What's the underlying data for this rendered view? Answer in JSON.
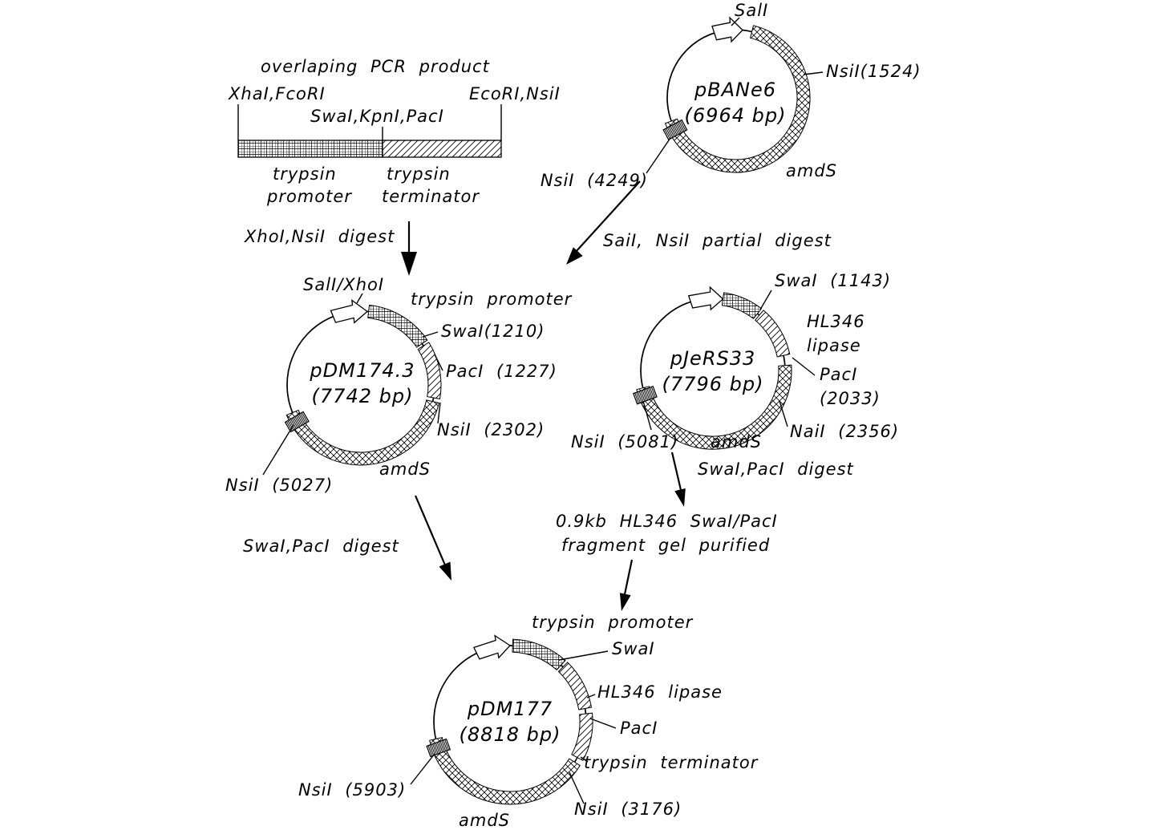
{
  "colors": {
    "ink": "#000000",
    "paper": "#ffffff"
  },
  "pcr": {
    "title": "overlaping PCR product",
    "sites_left": "XhaI,FcoRI",
    "sites_mid": "SwaI,KpnI,PacI",
    "sites_right": "EcoRI,NsiI",
    "promoter_l1": "trypsin",
    "promoter_l2": "promoter",
    "terminator_l1": "trypsin",
    "terminator_l2": "terminator"
  },
  "steps": {
    "digest_pcr": "XhoI,NsiI digest",
    "partial_digest": "SaiI, NsiI partial digest",
    "digest_pdm174": "SwaI,PacI digest",
    "digest_pjers33": "SwaI,PacI digest",
    "fragment_l1": "0.9kb HL346 SwaI/PacI",
    "fragment_l2": "fragment gel purified"
  },
  "pbane6": {
    "name": "pBANe6",
    "size": "(6964 bp)",
    "site_sali": "SalI",
    "site_nsii_1524": "NsiI(1524)",
    "site_nsii_4249": "NsiI (4249)",
    "gene_amds": "amdS"
  },
  "pdm174": {
    "name": "pDM174.3",
    "size": "(7742 bp)",
    "site_sali_xhoi": "SalI/XhoI",
    "label_promoter": "trypsin promoter",
    "site_swai_1210": "SwaI(1210)",
    "site_paci_1227": "PacI (1227)",
    "site_nsii_2302": "NsiI (2302)",
    "site_nsii_5027": "NsiI (5027)",
    "gene_amds": "amdS"
  },
  "pjers33": {
    "name": "pJeRS33",
    "size": "(7796 bp)",
    "site_swai_1143": "SwaI (1143)",
    "gene_hl346_l1": "HL346",
    "gene_hl346_l2": "lipase",
    "site_paci_l1": "PacI",
    "site_paci_l2": "(2033)",
    "site_naii_2356": "NaiI (2356)",
    "site_nsii_5081": "NsiI (5081)",
    "gene_amds": "amdS"
  },
  "pdm177": {
    "name": "pDM177",
    "size": "(8818 bp)",
    "label_promoter": "trypsin promoter",
    "site_swai": "SwaI",
    "gene_hl346": "HL346 lipase",
    "site_paci": "PacI",
    "label_terminator": "trypsin terminator",
    "site_nsii_3176": "NsiI (3176)",
    "site_nsii_5903": "NsiI (5903)",
    "gene_amds": "amdS"
  }
}
